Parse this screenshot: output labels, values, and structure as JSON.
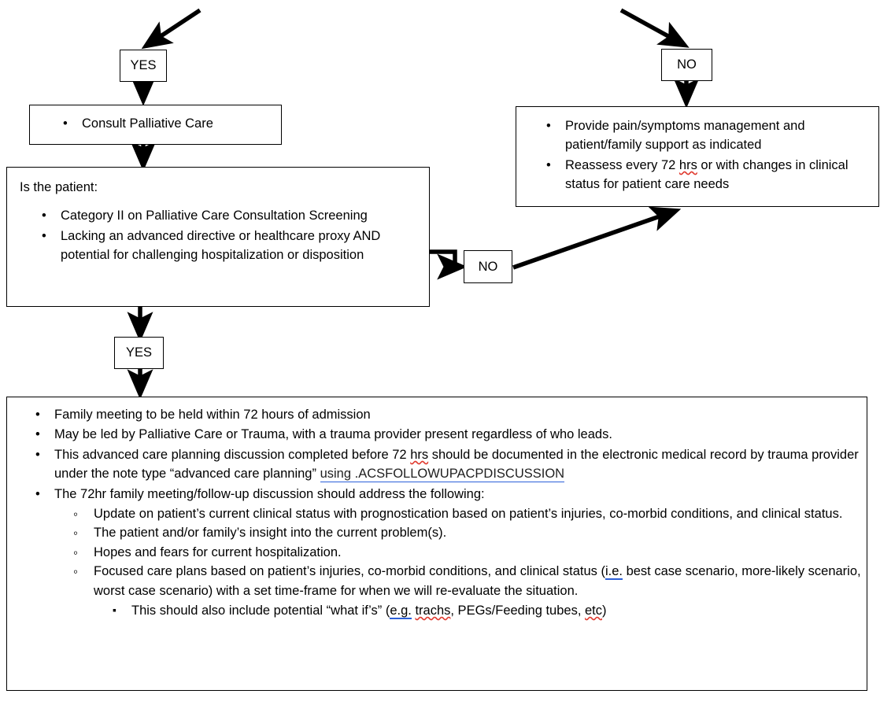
{
  "decision_labels": {
    "yes_top": "YES",
    "no_top": "NO",
    "no_mid": "NO",
    "yes_mid": "YES"
  },
  "consult_box": {
    "items": [
      "Consult Palliative Care"
    ]
  },
  "right_box": {
    "items": [
      {
        "pre": "Provide pain/symptoms management and patient/family support as indicated"
      },
      {
        "pre": "Reassess every 72 ",
        "spell": "hrs",
        "post": " or with changes in clinical status for patient care needs"
      }
    ]
  },
  "question_box": {
    "headline": "Is the patient:",
    "items": [
      "Category II on Palliative Care Consultation Screening",
      "Lacking an advanced directive or healthcare proxy AND potential for challenging hospitalization or disposition"
    ]
  },
  "bottom_box": {
    "item1": "Family meeting to be held within 72 hours of admission",
    "item2": "May be led by Palliative Care or Trauma, with a trauma provider present regardless of who leads.",
    "item3_a": "This advanced care planning discussion completed before 72 ",
    "item3_spell": "hrs",
    "item3_b": " should be documented in the electronic medical record by trauma provider under the note type “advanced care planning” ",
    "item3_link": "using .ACSFOLLOWUPACPDISCUSSION",
    "item4": "The 72hr family meeting/follow-up discussion should address the following:",
    "sub1": "Update on patient’s current clinical status with prognostication based on patient’s injuries, co-morbid conditions, and clinical status.",
    "sub2": "The patient and/or family’s insight into the current problem(s).",
    "sub3": "Hopes and fears for current hospitalization.",
    "sub4_a": "Focused care plans based on patient’s injuries, co-morbid conditions, and clinical status (",
    "sub4_grammar": "i.e.",
    "sub4_b": " best case scenario, more-likely scenario, worst case scenario) with a set time-frame for when we will re-evaluate the situation.",
    "subsub_a": "This should also include potential “what if’s” (",
    "subsub_grammar": "e.g.",
    "subsub_b": " ",
    "subsub_spell1": "trachs",
    "subsub_c": ", PEGs/Feeding tubes, ",
    "subsub_spell2": "etc",
    "subsub_d": ")"
  },
  "colors": {
    "stroke": "#000000",
    "spell_underline": "#e03a2f",
    "grammar_underline": "#2b5fd9",
    "link_underline": "#2b5fd9"
  }
}
